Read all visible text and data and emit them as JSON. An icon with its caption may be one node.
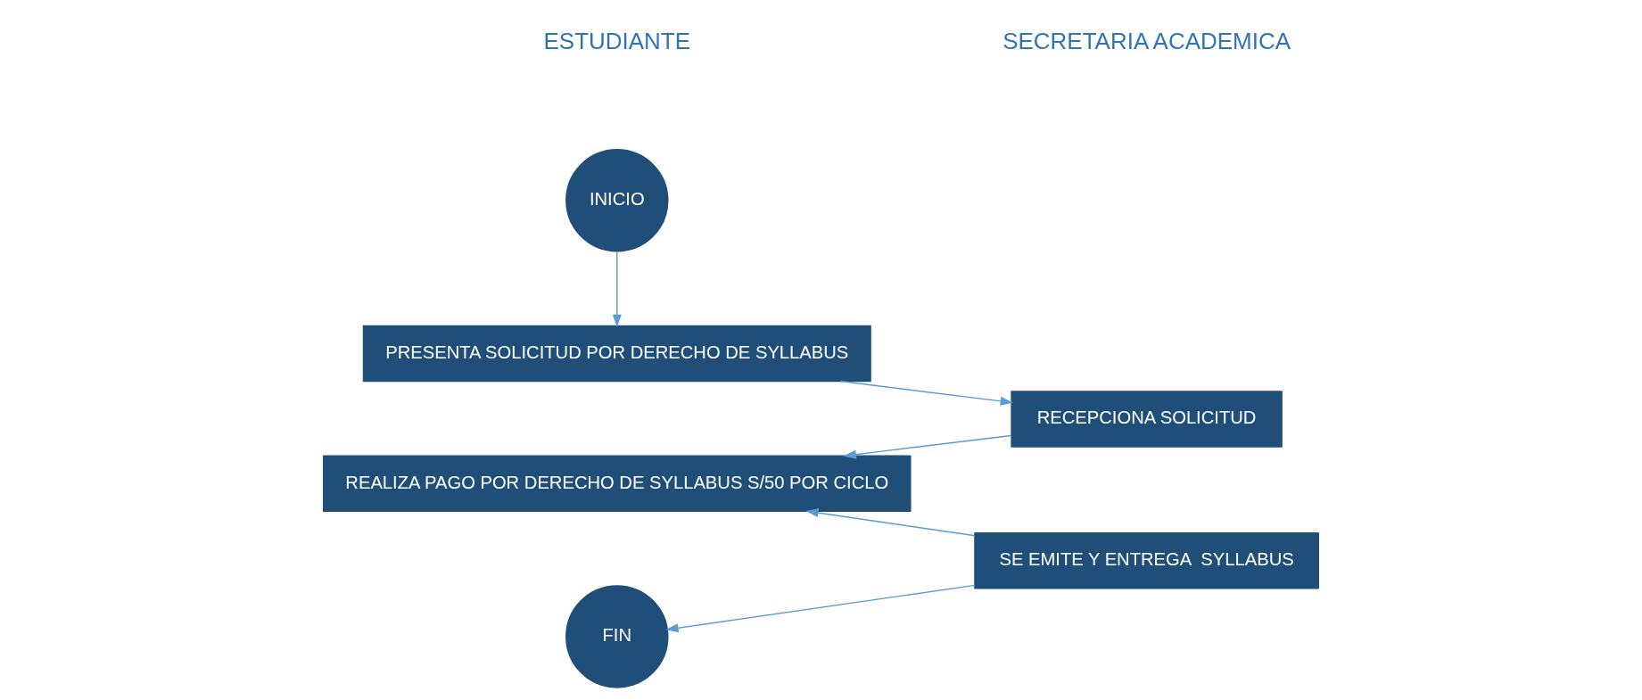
{
  "diagram": {
    "nodes": [
      {
        "text": [
          "INICIO"
        ]
      },
      {
        "text": [
          "PRESENTA SOLICITUD POR DERECHO DE SYLLABUS"
        ]
      },
      {
        "text": [
          "REALIZA PAGO POR DERECHO DE SYLLABUS S/50 POR CICLO"
        ]
      },
      {
        "text": [
          "FIN"
        ]
      },
      {
        "text": [
          "RECEPCIONA SOLICITUD"
        ]
      },
      {
        "text": [
          "SE EMITE Y ENTREGA  SYLLABUS"
        ]
      }
    ],
    "edges": [
      {
        "from": 0,
        "to": 1,
        "arrow": "to"
      },
      {
        "from": 1,
        "to": 4,
        "arrow": "to"
      },
      {
        "from": 4,
        "to": 2,
        "arrow": "to"
      },
      {
        "from": 5,
        "to": 2,
        "arrow": "to"
      },
      {
        "from": 5,
        "to": 3,
        "arrow": "to"
      }
    ],
    "labels": [
      "ESTUDIANTE",
      "SECRETARIA ACADEMICA"
    ]
  }
}
